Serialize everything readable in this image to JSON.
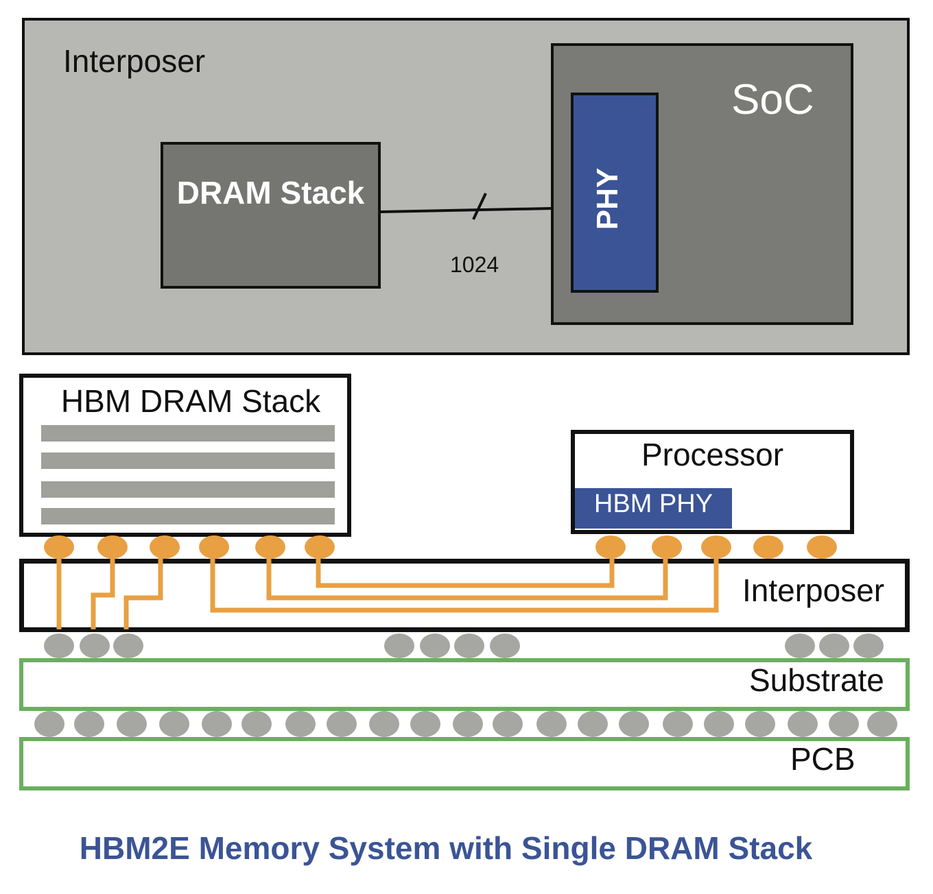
{
  "top_view": {
    "interposer_label": "Interposer",
    "dram_stack_label": "DRAM Stack",
    "soc_label": "SoC",
    "phy_label": "PHY",
    "bus_width_label": "1024"
  },
  "cross_section": {
    "hbm_stack_label": "HBM DRAM Stack",
    "processor_label": "Processor",
    "hbm_phy_label": "HBM PHY",
    "interposer_label": "Interposer",
    "substrate_label": "Substrate",
    "pcb_label": "PCB"
  },
  "caption": "HBM2E Memory System with Single DRAM Stack",
  "colors": {
    "interposer_gray": "#b7b8b3",
    "die_gray": "#757671",
    "phy_blue": "#3b5496",
    "micro_bump_orange": "#e8a043",
    "ball_gray": "#a6a6a2",
    "substrate_green": "#6aaf5e"
  }
}
